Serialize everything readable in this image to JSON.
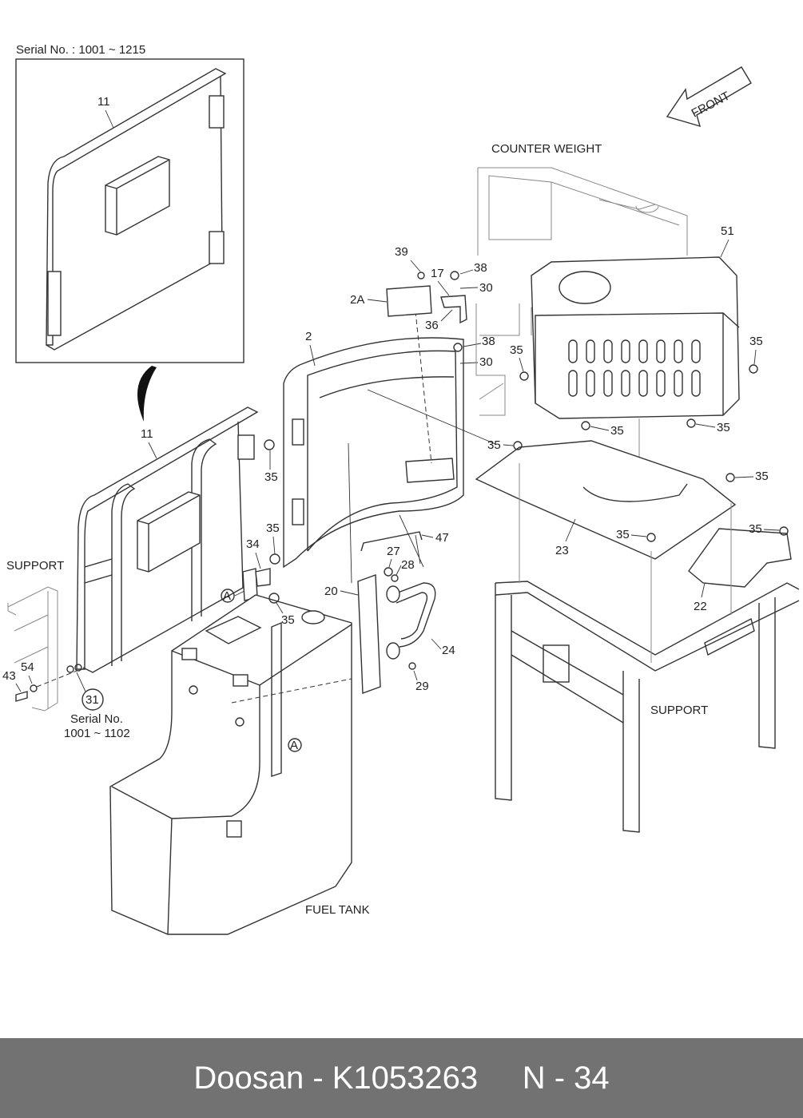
{
  "inset": {
    "serial_range": "Serial No. : 1001 ~ 1215",
    "part": "11"
  },
  "annotations": {
    "front": "FRONT",
    "counter_weight": "COUNTER WEIGHT",
    "support_left": "SUPPORT",
    "support_right": "SUPPORT",
    "fuel_tank": "FUEL TANK",
    "serial_line1": "Serial No.",
    "serial_line2": "1001 ~ 1102",
    "ref_a": "A"
  },
  "callouts": {
    "p11": "11",
    "p2": "2",
    "p2a": "2A",
    "p39": "39",
    "p17": "17",
    "p36": "36",
    "p38a": "38",
    "p30a": "30",
    "p38b": "38",
    "p30b": "30",
    "p51": "51",
    "p35_guard": "35",
    "p35_cover_l": "35",
    "p35_cover_r": "35",
    "p35_cover_b1": "35",
    "p35_cover_b2": "35",
    "p35_plate1": "35",
    "p35_plate2": "35",
    "p35_plate3": "35",
    "p35_plate4": "35",
    "p35_bracket": "35",
    "p35_lower": "35",
    "p34": "34",
    "p47": "47",
    "p27": "27",
    "p28": "28",
    "p20": "20",
    "p24": "24",
    "p29": "29",
    "p23": "23",
    "p22": "22",
    "p43": "43",
    "p54": "54",
    "p31": "31"
  },
  "footer": {
    "brand_part": "Doosan - K1053263",
    "page": "N - 34"
  }
}
